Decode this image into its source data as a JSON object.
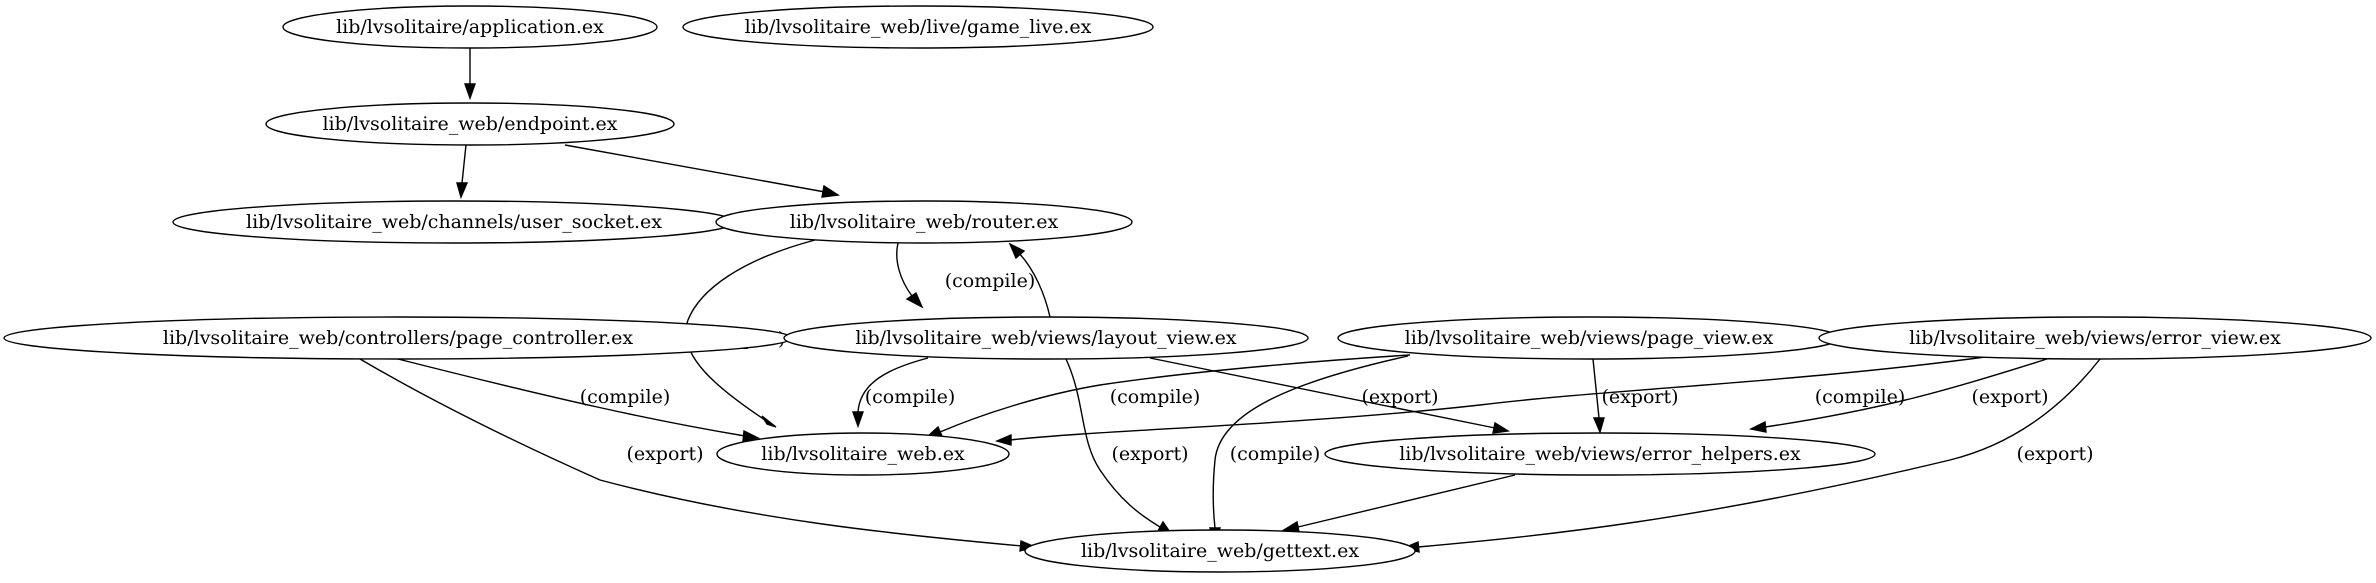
{
  "graph": {
    "nodes": [
      {
        "id": "app",
        "label": "lib/lvsolitaire/application.ex"
      },
      {
        "id": "game_live",
        "label": "lib/lvsolitaire_web/live/game_live.ex"
      },
      {
        "id": "endpoint",
        "label": "lib/lvsolitaire_web/endpoint.ex"
      },
      {
        "id": "user_socket",
        "label": "lib/lvsolitaire_web/channels/user_socket.ex"
      },
      {
        "id": "router",
        "label": "lib/lvsolitaire_web/router.ex"
      },
      {
        "id": "page_controller",
        "label": "lib/lvsolitaire_web/controllers/page_controller.ex"
      },
      {
        "id": "layout_view",
        "label": "lib/lvsolitaire_web/views/layout_view.ex"
      },
      {
        "id": "page_view",
        "label": "lib/lvsolitaire_web/views/page_view.ex"
      },
      {
        "id": "error_view",
        "label": "lib/lvsolitaire_web/views/error_view.ex"
      },
      {
        "id": "lvs_web",
        "label": "lib/lvsolitaire_web.ex"
      },
      {
        "id": "error_helpers",
        "label": "lib/lvsolitaire_web/views/error_helpers.ex"
      },
      {
        "id": "gettext",
        "label": "lib/lvsolitaire_web/gettext.ex"
      }
    ],
    "edges": [
      {
        "from": "app",
        "to": "endpoint",
        "label": ""
      },
      {
        "from": "endpoint",
        "to": "user_socket",
        "label": ""
      },
      {
        "from": "endpoint",
        "to": "router",
        "label": ""
      },
      {
        "from": "router",
        "to": "lvs_web",
        "label": "(compile)"
      },
      {
        "from": "router",
        "to": "layout_view",
        "label": "(compile)"
      },
      {
        "from": "layout_view",
        "to": "router",
        "label": ""
      },
      {
        "from": "layout_view",
        "to": "lvs_web",
        "label": "(compile)"
      },
      {
        "from": "layout_view",
        "to": "gettext",
        "label": "(export)"
      },
      {
        "from": "layout_view",
        "to": "error_helpers",
        "label": "(export)"
      },
      {
        "from": "page_controller",
        "to": "lvs_web",
        "label": "(compile)"
      },
      {
        "from": "page_controller",
        "to": "gettext",
        "label": "(export)"
      },
      {
        "from": "page_view",
        "to": "lvs_web",
        "label": "(compile)"
      },
      {
        "from": "page_view",
        "to": "gettext",
        "label": "(compile)"
      },
      {
        "from": "page_view",
        "to": "error_helpers",
        "label": "(export)"
      },
      {
        "from": "error_view",
        "to": "lvs_web",
        "label": "(compile)"
      },
      {
        "from": "error_view",
        "to": "error_helpers",
        "label": "(export)"
      },
      {
        "from": "error_view",
        "to": "gettext",
        "label": "(export)"
      },
      {
        "from": "error_helpers",
        "to": "gettext",
        "label": ""
      }
    ]
  }
}
